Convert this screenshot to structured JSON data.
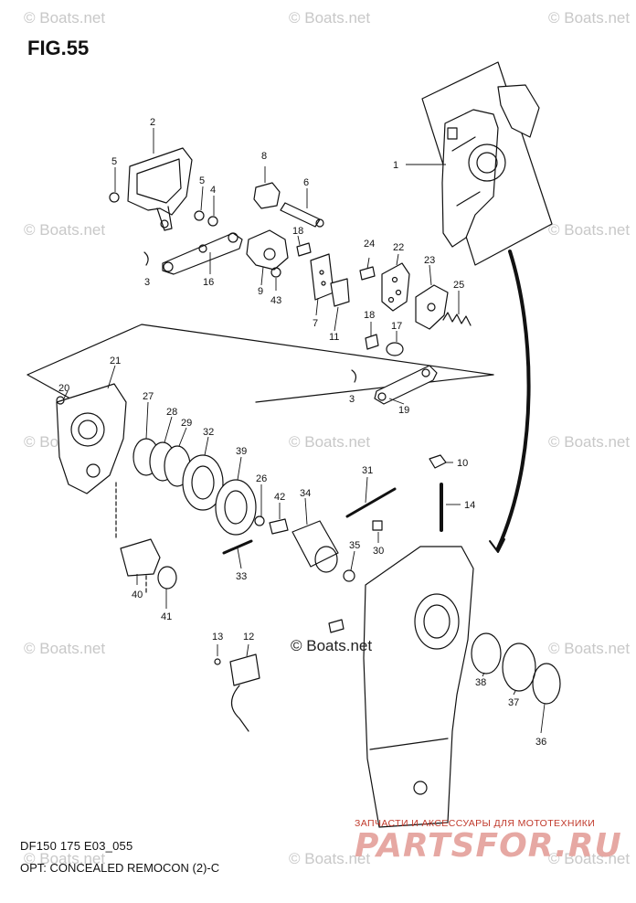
{
  "figure": {
    "title": "FIG.55",
    "code": "DF150 175 E03_055",
    "caption": "OPT: CONCEALED REMOCON (2)-C"
  },
  "watermarks": {
    "text": "© Boats.net",
    "center_text": "© Boats.net"
  },
  "branding": {
    "tagline": "ЗАПЧАСТИ И АКСЕССУАРЫ ДЛЯ МОТОТЕХНИКИ",
    "logo": "PARTSFOR.RU",
    "logo_color": "#e6a8a3",
    "tagline_color": "#c0392b"
  },
  "part_labels": [
    "1",
    "2",
    "3",
    "3",
    "5",
    "5",
    "4",
    "6",
    "7",
    "8",
    "9",
    "11",
    "12",
    "13",
    "14",
    "16",
    "17",
    "18",
    "18",
    "19",
    "20",
    "21",
    "22",
    "23",
    "24",
    "25",
    "26",
    "27",
    "28",
    "29",
    "30",
    "31",
    "32",
    "33",
    "34",
    "35",
    "36",
    "37",
    "38",
    "39",
    "40",
    "41",
    "42",
    "43",
    "10"
  ]
}
